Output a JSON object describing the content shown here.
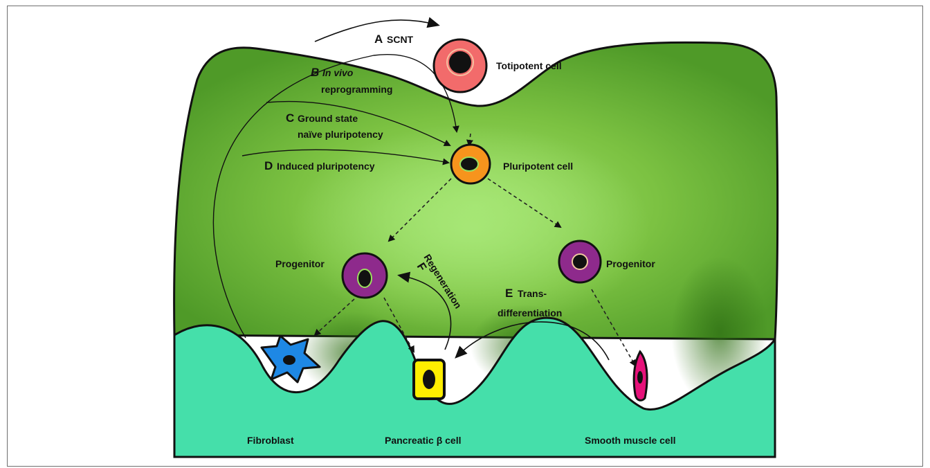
{
  "labels": {
    "a_letter": "A",
    "a_text": "SCNT",
    "b_letter": "B",
    "b_text_1": "In vivo",
    "b_text_2": "reprogramming",
    "c_letter": "C",
    "c_text_1": "Ground state",
    "c_text_2": "naïve pluripotency",
    "d_letter": "D",
    "d_text": "Induced pluripotency",
    "e_letter": "E",
    "e_text_1": "Trans-",
    "e_text_2": "differentiation",
    "f_letter": "F",
    "f_text": "Regeneration"
  },
  "cells": {
    "totipotent": "Totipotent cell",
    "pluripotent": "Pluripotent cell",
    "progenitor_left": "Progenitor",
    "progenitor_right": "Progenitor",
    "fibroblast": "Fibroblast",
    "beta": "Pancreatic β cell",
    "smooth_muscle": "Smooth muscle cell"
  },
  "colors": {
    "landscape_green": "#7cc242",
    "base_teal": "#45dfaa",
    "totipotent": "#f26b6b",
    "pluripotent": "#f7941d",
    "progenitor": "#8e2a8c",
    "fibroblast": "#1e88e5",
    "beta": "#ffee00",
    "smooth_muscle": "#e6127a"
  }
}
